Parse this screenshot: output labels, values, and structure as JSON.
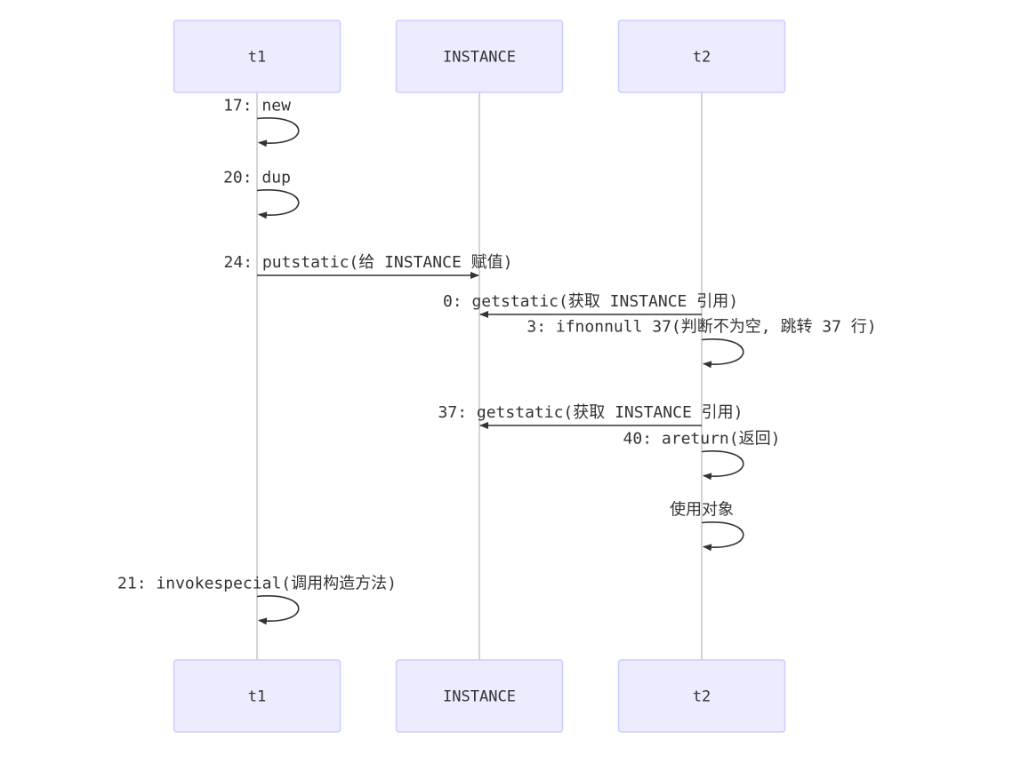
{
  "participants": [
    {
      "id": "t1",
      "label": "t1"
    },
    {
      "id": "INSTANCE",
      "label": "INSTANCE"
    },
    {
      "id": "t2",
      "label": "t2"
    }
  ],
  "messages": [
    {
      "from": "t1",
      "to": "t1",
      "text": "17: new"
    },
    {
      "from": "t1",
      "to": "t1",
      "text": "20: dup"
    },
    {
      "from": "t1",
      "to": "INSTANCE",
      "text": "24: putstatic(给 INSTANCE 赋值)"
    },
    {
      "from": "t2",
      "to": "INSTANCE",
      "text": "0: getstatic(获取 INSTANCE 引用)"
    },
    {
      "from": "t2",
      "to": "t2",
      "text": "3: ifnonnull 37(判断不为空, 跳转 37 行)"
    },
    {
      "from": "t2",
      "to": "INSTANCE",
      "text": "37: getstatic(获取 INSTANCE 引用)"
    },
    {
      "from": "t2",
      "to": "t2",
      "text": "40: areturn(返回)"
    },
    {
      "from": "t2",
      "to": "t2",
      "text": "使用对象"
    },
    {
      "from": "t1",
      "to": "t1",
      "text": "21: invokespecial(调用构造方法)"
    }
  ],
  "colors": {
    "actor_fill": "#ECECFF",
    "actor_border": "#CCCCFF",
    "line": "#333333",
    "lifeline": "#a8a8a8",
    "text": "#333333"
  }
}
